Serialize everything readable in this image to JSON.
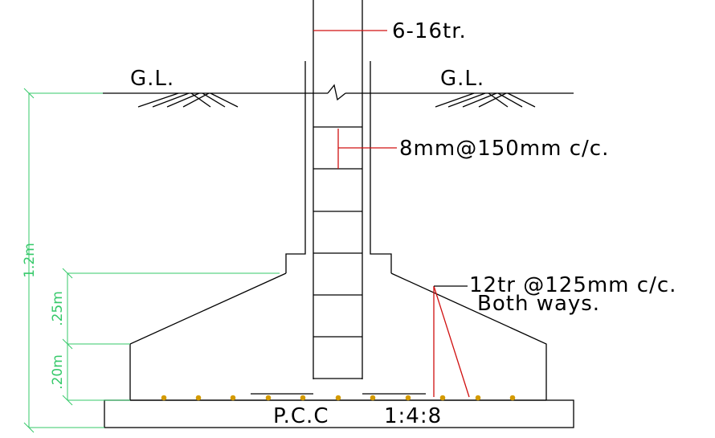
{
  "labels": {
    "ground_level_left": "G.L.",
    "ground_level_right": "G.L.",
    "main_bars": "6-16tr.",
    "stirrups": "8mm@150mm c/c.",
    "base_bars_line1": "12tr @125mm c/c.",
    "base_bars_line2": "Both ways.",
    "pcc": "P.C.C",
    "pcc_mix": "1:4:8"
  },
  "dimensions": {
    "total_depth": "1.2m",
    "slope_depth": ".25m",
    "base_depth": ".20m"
  },
  "colors": {
    "outline": "#000000",
    "leader": "#d01010",
    "dimension": "#36c96a",
    "rebar": "#d49a00"
  }
}
